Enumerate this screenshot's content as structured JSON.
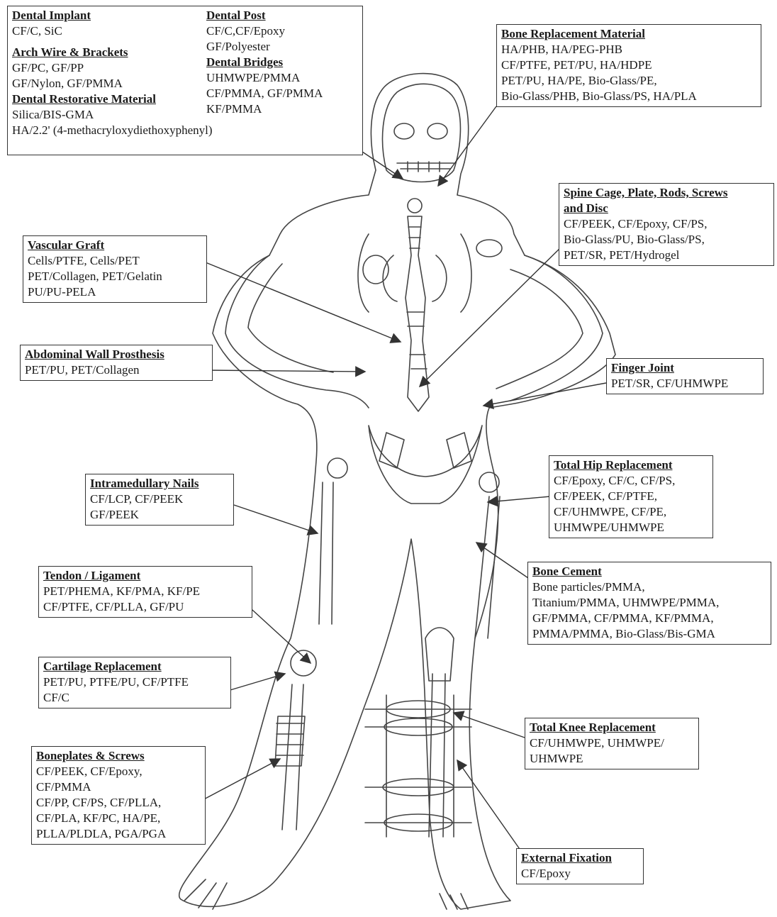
{
  "colors": {
    "ink": "#1a1a1a",
    "outline": "#444444",
    "paper": "#ffffff"
  },
  "dental": {
    "implant": {
      "title": "Dental Implant",
      "lines": [
        "CF/C, SiC"
      ]
    },
    "arch": {
      "title": "Arch Wire & Brackets",
      "lines": [
        "GF/PC, GF/PP",
        "GF/Nylon, GF/PMMA"
      ]
    },
    "restorative": {
      "title": "Dental Restorative Material",
      "lines": [
        "Silica/BIS-GMA",
        "HA/2.2' (4-methacryloxydiethoxyphenyl)"
      ]
    },
    "post": {
      "title": "Dental Post",
      "lines": [
        "CF/C,CF/Epoxy",
        "GF/Polyester"
      ]
    },
    "bridges": {
      "title": "Dental Bridges",
      "lines": [
        "UHMWPE/PMMA",
        "CF/PMMA, GF/PMMA",
        "KF/PMMA"
      ]
    }
  },
  "bone_replacement": {
    "title": "Bone Replacement Material",
    "lines": [
      "HA/PHB, HA/PEG-PHB",
      "CF/PTFE, PET/PU, HA/HDPE",
      "PET/PU, HA/PE, Bio-Glass/PE,",
      "Bio-Glass/PHB, Bio-Glass/PS, HA/PLA"
    ]
  },
  "spine": {
    "title_lines": [
      "Spine Cage, Plate, Rods, Screws",
      "and Disc"
    ],
    "lines": [
      "CF/PEEK, CF/Epoxy, CF/PS,",
      "Bio-Glass/PU, Bio-Glass/PS,",
      "PET/SR, PET/Hydrogel"
    ]
  },
  "vascular": {
    "title": "Vascular Graft",
    "lines": [
      "Cells/PTFE, Cells/PET",
      "PET/Collagen, PET/Gelatin",
      "PU/PU-PELA"
    ]
  },
  "abdominal": {
    "title": "Abdominal Wall Prosthesis",
    "lines": [
      "PET/PU, PET/Collagen"
    ]
  },
  "finger": {
    "title": "Finger Joint",
    "lines": [
      "PET/SR, CF/UHMWPE"
    ]
  },
  "hip": {
    "title": "Total Hip Replacement",
    "lines": [
      "CF/Epoxy, CF/C, CF/PS,",
      "CF/PEEK, CF/PTFE,",
      "CF/UHMWPE, CF/PE,",
      "UHMWPE/UHMWPE"
    ]
  },
  "nails": {
    "title": "Intramedullary Nails",
    "lines": [
      "CF/LCP, CF/PEEK",
      "GF/PEEK"
    ]
  },
  "cement": {
    "title": "Bone Cement",
    "lines": [
      "Bone particles/PMMA,",
      "Titanium/PMMA, UHMWPE/PMMA,",
      "GF/PMMA, CF/PMMA, KF/PMMA,",
      "PMMA/PMMA, Bio-Glass/Bis-GMA"
    ]
  },
  "tendon": {
    "title": "Tendon / Ligament",
    "lines": [
      "PET/PHEMA, KF/PMA, KF/PE",
      "CF/PTFE, CF/PLLA, GF/PU"
    ]
  },
  "cartilage": {
    "title": "Cartilage Replacement",
    "lines": [
      "PET/PU, PTFE/PU, CF/PTFE",
      "CF/C"
    ]
  },
  "knee": {
    "title": "Total Knee Replacement",
    "lines": [
      "CF/UHMWPE, UHMWPE/",
      "UHMWPE"
    ]
  },
  "boneplates": {
    "title": "Boneplates & Screws",
    "lines": [
      "CF/PEEK, CF/Epoxy,",
      "CF/PMMA",
      "CF/PP, CF/PS, CF/PLLA,",
      "CF/PLA, KF/PC, HA/PE,",
      "PLLA/PLDLA, PGA/PGA"
    ]
  },
  "external": {
    "title": "External Fixation",
    "lines": [
      "CF/Epoxy"
    ]
  }
}
